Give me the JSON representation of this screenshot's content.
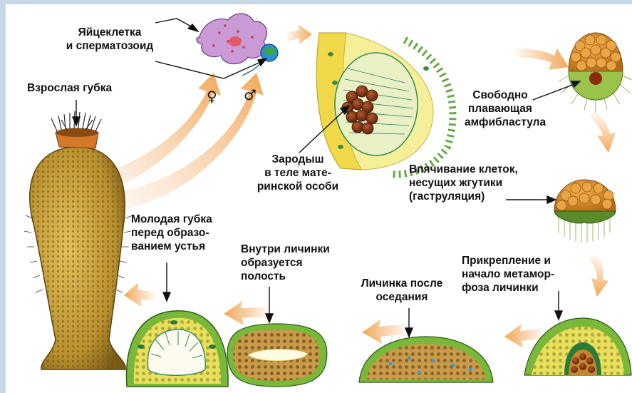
{
  "labels": {
    "egg_sperm": "Яйцеклетка\nи сперматозоид",
    "adult_sponge": "Взрослая губка",
    "embryo": "Зародыш\nв теле мате-\nринской особи",
    "amphiblastula": "Свободно\nплавающая\nамфибластула",
    "gastrulation": "Впячивание клеток,\nнесущих жгутики\n(гаструляция)",
    "attachment": "Прикрепление и\nначало метамор-\nфоза личинки",
    "after_settling": "Личинка после\nоседания",
    "cavity": "Внутри личинки\nобразуется\nполость",
    "young_sponge": "Молодая губка\nперед образо-\nванием устья"
  },
  "symbols": {
    "female": "♀",
    "male": "♂"
  },
  "colors": {
    "arrow": "#f2a85a",
    "sponge_body": "#c9a23a",
    "larva_orange": "#d88a2a",
    "larva_green": "#6a9a2a",
    "tissue_yellow": "#d9dc3a",
    "embryo_brown": "#8a3e1a",
    "frame": "#c9d8e8"
  }
}
